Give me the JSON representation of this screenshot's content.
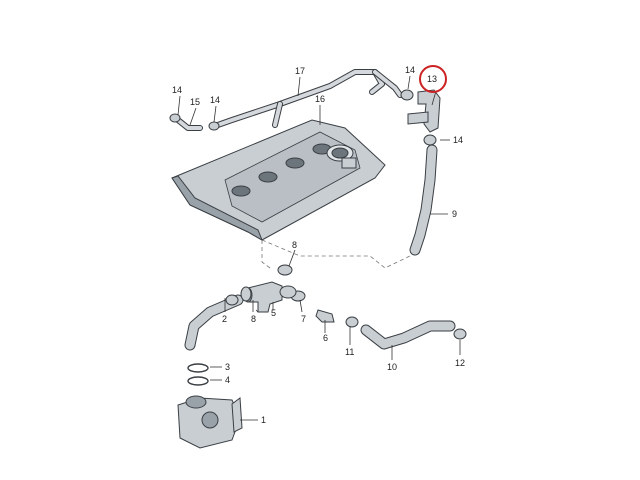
{
  "callouts": [
    {
      "id": "p1",
      "text": "1"
    },
    {
      "id": "p2",
      "text": "2"
    },
    {
      "id": "p3",
      "text": "3"
    },
    {
      "id": "p4",
      "text": "4"
    },
    {
      "id": "p5",
      "text": "5"
    },
    {
      "id": "p6",
      "text": "6"
    },
    {
      "id": "p7",
      "text": "7"
    },
    {
      "id": "p8a",
      "text": "8"
    },
    {
      "id": "p8b",
      "text": "8"
    },
    {
      "id": "p9",
      "text": "9"
    },
    {
      "id": "p10",
      "text": "10"
    },
    {
      "id": "p11",
      "text": "11"
    },
    {
      "id": "p12",
      "text": "12"
    },
    {
      "id": "p13",
      "text": "13"
    },
    {
      "id": "p14a",
      "text": "14"
    },
    {
      "id": "p14b",
      "text": "14"
    },
    {
      "id": "p14c",
      "text": "14"
    },
    {
      "id": "p14d",
      "text": "14"
    },
    {
      "id": "p15",
      "text": "15"
    },
    {
      "id": "p16",
      "text": "16"
    },
    {
      "id": "p17",
      "text": "17"
    }
  ],
  "highlight": {
    "callout": "13",
    "ring_color": "#cc2222"
  }
}
